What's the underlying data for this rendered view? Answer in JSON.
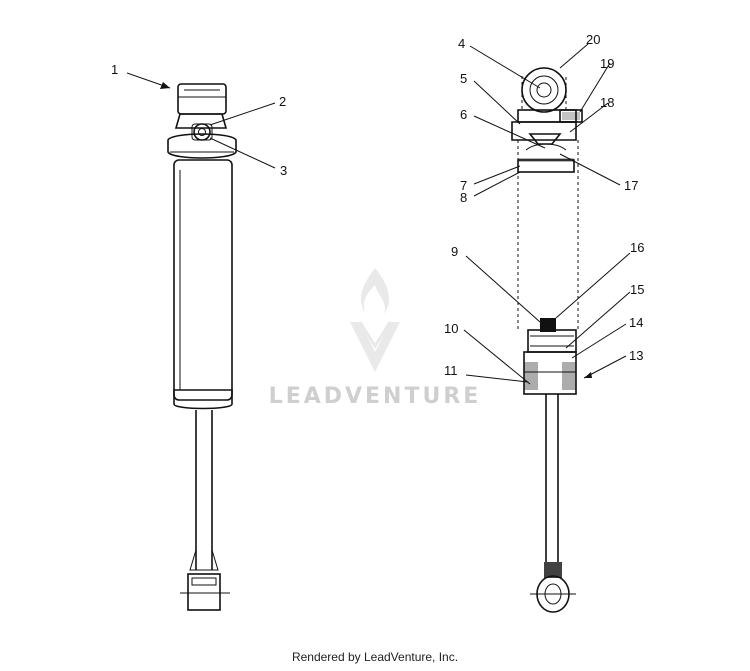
{
  "callouts": {
    "c1": "1",
    "c2": "2",
    "c3": "3",
    "c4": "4",
    "c5": "5",
    "c6": "6",
    "c7": "7",
    "c8": "8",
    "c9": "9",
    "c10": "10",
    "c11": "11",
    "c12": "13",
    "c13": "14",
    "c14": "15",
    "c15": "16",
    "c16": "17",
    "c17": "18",
    "c18": "19",
    "c19": "20"
  },
  "watermark": {
    "text": "LEADVENTURE"
  },
  "footer": {
    "text": "Rendered by LeadVenture, Inc."
  }
}
